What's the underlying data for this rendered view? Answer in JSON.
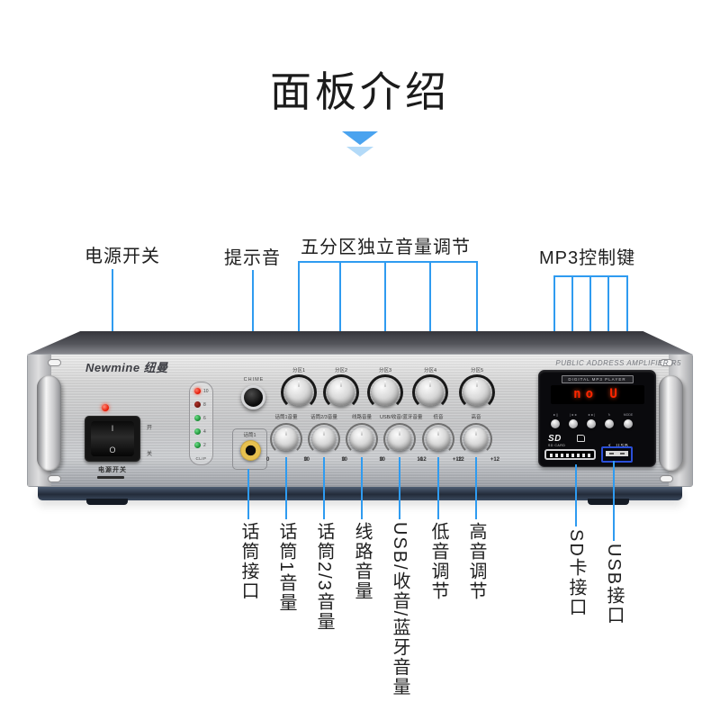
{
  "page": {
    "title": "面板介绍"
  },
  "colors": {
    "callout_line": "#2f9bf0",
    "arrow_dark": "#4aa3ef",
    "arrow_light": "#b3daf8",
    "display_red": "#ff2600",
    "usb_port_blue": "#2b4fd8"
  },
  "callouts": {
    "top": [
      {
        "label": "电源开关"
      },
      {
        "label": "提示音"
      },
      {
        "label": "五分区独立音量调节"
      },
      {
        "label": "MP3控制键"
      }
    ],
    "bottom": [
      {
        "label": "话筒接口"
      },
      {
        "label": "话筒1音量"
      },
      {
        "label": "话筒2/3音量"
      },
      {
        "label": "线路音量"
      },
      {
        "label": "USB/收音/蓝牙音量"
      },
      {
        "label": "低音调节"
      },
      {
        "label": "高音调节"
      },
      {
        "label": "SD卡接口"
      },
      {
        "label": "USB接口"
      }
    ]
  },
  "device": {
    "brand": "Newmine 纽曼",
    "model": "PUBLIC ADDRESS AMPLIFIER R5",
    "power": {
      "on": "I",
      "off": "O",
      "side_on": "开",
      "side_off": "关",
      "label": "电源开关"
    },
    "meter": {
      "levels": [
        "10",
        "8",
        "6",
        "4",
        "2"
      ],
      "clip": "CLIP"
    },
    "chime": {
      "label": "CHIME"
    },
    "mic_jack": {
      "label": "话筒1"
    },
    "zone_knobs": [
      {
        "label": "分区1"
      },
      {
        "label": "分区2"
      },
      {
        "label": "分区3"
      },
      {
        "label": "分区4"
      },
      {
        "label": "分区5"
      }
    ],
    "volume_knobs": [
      {
        "label": "话筒1音量",
        "min": "0",
        "max": "10"
      },
      {
        "label": "话筒2/3音量",
        "min": "0",
        "max": "10"
      },
      {
        "label": "线路音量",
        "min": "0",
        "max": "10"
      },
      {
        "label": "USB/收音/蓝牙音量",
        "min": "0",
        "max": "10"
      },
      {
        "label": "低音",
        "min": "-12",
        "max": "+12"
      },
      {
        "label": "高音",
        "min": "-12",
        "max": "+12"
      }
    ],
    "mp3": {
      "header": "DIGITAL MP3 PLAYER",
      "display": "no U",
      "buttons": [
        {
          "label": "►||"
        },
        {
          "label": "|◄◄"
        },
        {
          "label": "►►|"
        },
        {
          "label": "↻"
        },
        {
          "label": "MODE"
        }
      ],
      "sd": {
        "logo": "SD",
        "sub": "SD CARD"
      },
      "usb": {
        "symbol": "⚡",
        "label": "USB"
      }
    }
  }
}
